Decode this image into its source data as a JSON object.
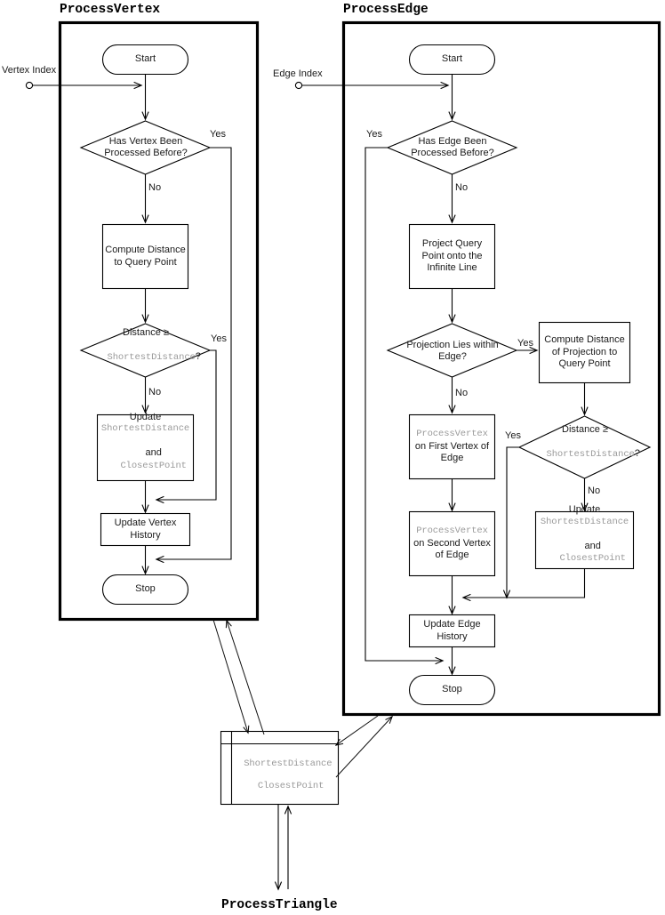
{
  "diagram": {
    "type": "flowchart",
    "bottom_caption": "ProcessTriangle"
  },
  "panels": [
    {
      "id": "process-vertex",
      "title": "ProcessVertex",
      "input_label": "Vertex Index",
      "nodes": {
        "start": "Start",
        "decision_processed": "Has Vertex Been\nProcessed Before?",
        "compute_distance": "Compute Distance\nto Query Point",
        "decision_distance_line1": "Distance ≥",
        "decision_distance_mono": "ShortestDistance",
        "decision_distance_tail": "?",
        "update_line1": "Update",
        "update_mono1": "ShortestDistance",
        "update_and": "and",
        "update_mono2": "ClosestPoint",
        "update_history": "Update Vertex\nHistory",
        "stop": "Stop"
      },
      "edge_labels": {
        "processed_yes": "Yes",
        "processed_no": "No",
        "distance_yes": "Yes",
        "distance_no": "No"
      }
    },
    {
      "id": "process-edge",
      "title": "ProcessEdge",
      "input_label": "Edge Index",
      "nodes": {
        "start": "Start",
        "decision_processed": "Has Edge Been\nProcessed Before?",
        "project": "Project Query\nPoint onto the\nInfinite Line",
        "decision_projection": "Projection Lies within\nEdge?",
        "compute_projection": "Compute Distance\nof Projection to\nQuery Point",
        "decision_distance_line1": "Distance ≥",
        "decision_distance_mono": "ShortestDistance",
        "decision_distance_tail": "?",
        "processvertex_first_mono": "ProcessVertex",
        "processvertex_first_text": "on First Vertex of\nEdge",
        "processvertex_second_mono": "ProcessVertex",
        "processvertex_second_text": "on Second Vertex\nof Edge",
        "update_line1": "Update",
        "update_mono1": "ShortestDistance",
        "update_and": "and",
        "update_mono2": "ClosestPoint",
        "update_history": "Update Edge\nHistory",
        "stop": "Stop"
      },
      "edge_labels": {
        "processed_yes": "Yes",
        "processed_no": "No",
        "projection_yes": "Yes",
        "projection_no": "No",
        "distance_yes": "Yes",
        "distance_no": "No"
      }
    }
  ],
  "shared_store": {
    "name": "shared-data-store",
    "fields": [
      "ShortestDistance",
      "ClosestPoint"
    ]
  },
  "colors": {
    "stroke": "#000000",
    "text": "#1a1a1a",
    "mono_text": "#9a9a9a",
    "background": "#ffffff"
  }
}
